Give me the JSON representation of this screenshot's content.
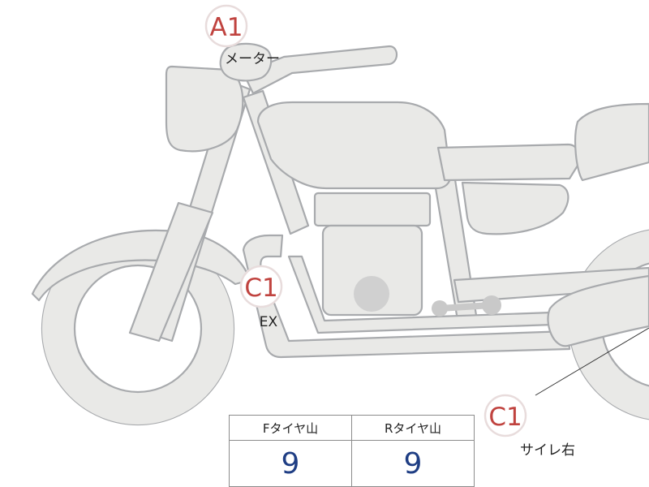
{
  "badges": [
    {
      "code": "A1",
      "label": "メーター"
    },
    {
      "code": "C1",
      "label": "EX"
    },
    {
      "code": "C1",
      "label": "サイレ右"
    }
  ],
  "tread_table": {
    "headers": [
      "Fタイヤ山",
      "Rタイヤ山"
    ],
    "values": [
      "9",
      "9"
    ]
  },
  "colors": {
    "part_fill": "#e9e9e7",
    "part_outline": "#a8aaad",
    "badge_code": "#c0433f",
    "table_value": "#1f3e84"
  }
}
